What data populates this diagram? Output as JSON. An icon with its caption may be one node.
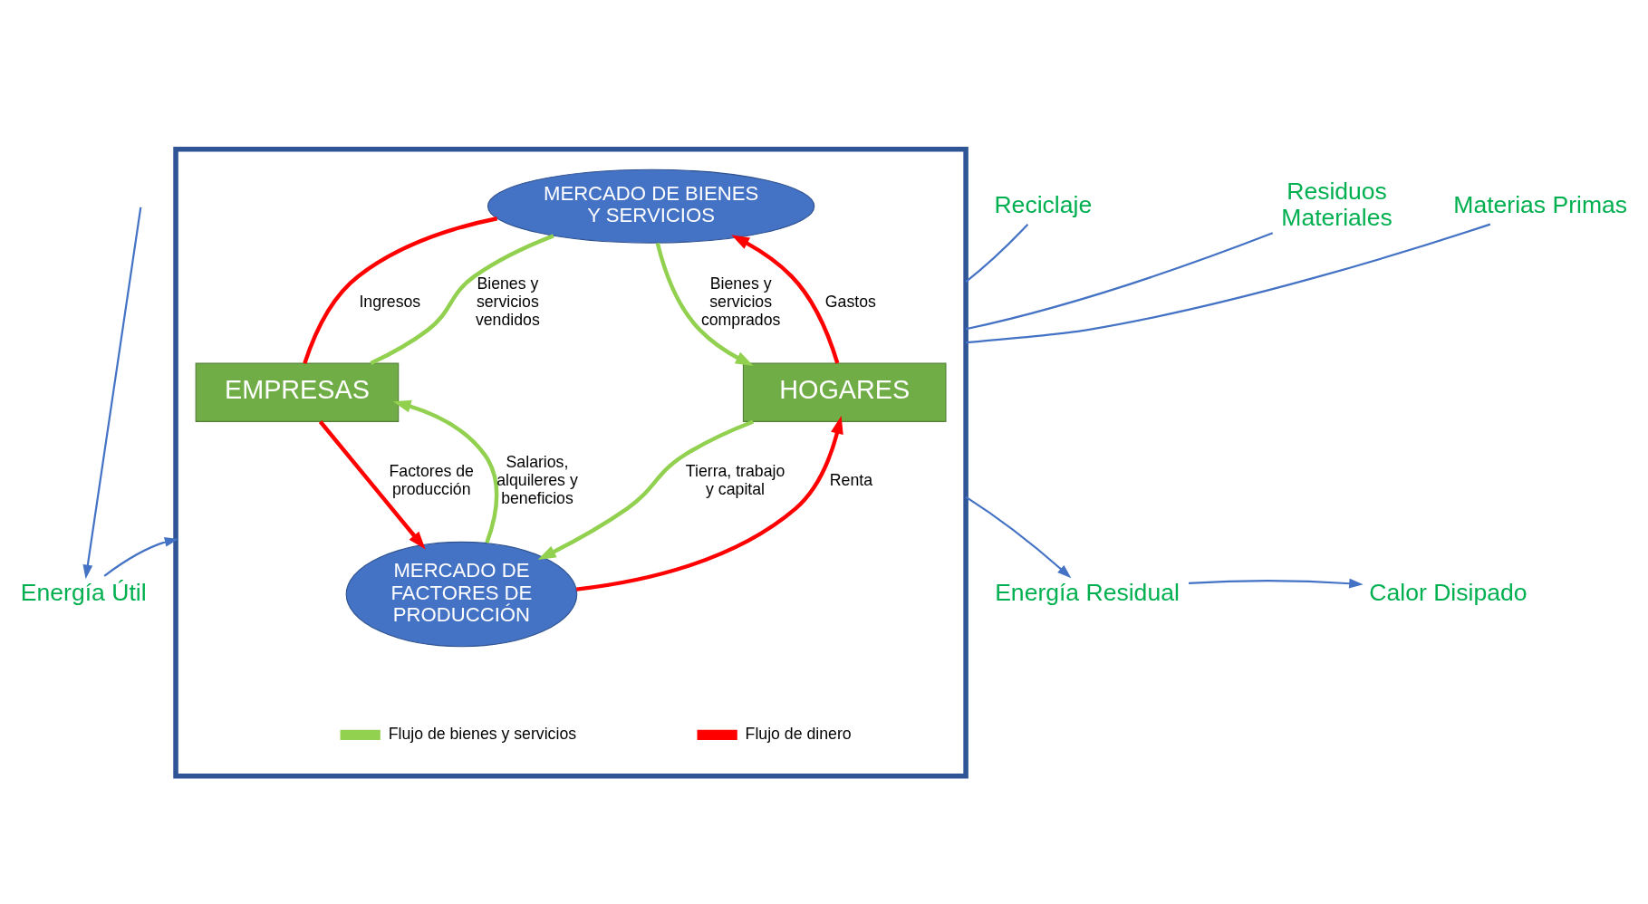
{
  "diagram": {
    "nodes": [
      {
        "text": [],
        "shape": "box"
      },
      {
        "text": [
          "EMPRESAS"
        ],
        "in": 0
      },
      {
        "text": [
          "MERCADO DE BIENES Y SERVICIOS"
        ],
        "in": 0
      },
      {
        "text": [
          "HOGARES"
        ],
        "in": 0
      },
      {
        "text": [
          "MERCADO DE FACTORES DE PRODUCCIÓN"
        ],
        "in": 0
      },
      {
        "text": [
          "Materias Primas"
        ]
      },
      {
        "text": [
          "Energía Útil"
        ]
      },
      {
        "text": [
          "Reciclaje"
        ]
      },
      {
        "text": [
          "Residuos Materiales"
        ]
      },
      {
        "text": [
          "Energía Residual"
        ]
      },
      {
        "text": [
          "Calor Disipado"
        ]
      }
    ],
    "edges": [
      {
        "from": 3,
        "to": 2,
        "arrow": "to",
        "label": "Gastos",
        "color": "#ff0000"
      },
      {
        "from": 2,
        "to": 1,
        "arrow": "none",
        "label": "Ingresos",
        "color": "#ff0000"
      },
      {
        "from": 1,
        "to": 4,
        "arrow": "to",
        "label": "Factores de producción",
        "color": "#ff0000"
      },
      {
        "from": 4,
        "to": 3,
        "arrow": "to",
        "label": "Renta",
        "color": "#ff0000"
      },
      {
        "from": 2,
        "to": 3,
        "arrow": "to",
        "label": "Bienes y servicios comprados",
        "color": "#92d050"
      },
      {
        "from": 3,
        "to": 4,
        "arrow": "to",
        "label": "Tierra, trabajo y capital",
        "color": "#92d050"
      },
      {
        "from": 4,
        "to": 1,
        "arrow": "to",
        "label": "Salarios, alquileres y beneficios",
        "color": "#92d050"
      },
      {
        "from": 1,
        "to": 2,
        "arrow": "none",
        "label": "Bienes y servicios vendidos",
        "color": "#92d050"
      },
      {
        "from": 5,
        "to": 0,
        "arrow": "none"
      },
      {
        "from": null,
        "to": 6,
        "arrow": "to"
      },
      {
        "from": 6,
        "to": 0,
        "arrow": "to"
      },
      {
        "from": 0,
        "to": 7,
        "arrow": "none"
      },
      {
        "from": 0,
        "to": 8,
        "arrow": "none"
      },
      {
        "from": 0,
        "to": 9,
        "arrow": "to"
      },
      {
        "from": 9,
        "to": 10,
        "arrow": "to"
      }
    ],
    "legend": [
      {
        "text": "Flujo de bienes y servicios",
        "color": "#92d050"
      },
      {
        "text": "Flujo de dinero",
        "color": "#ff0000"
      }
    ]
  }
}
